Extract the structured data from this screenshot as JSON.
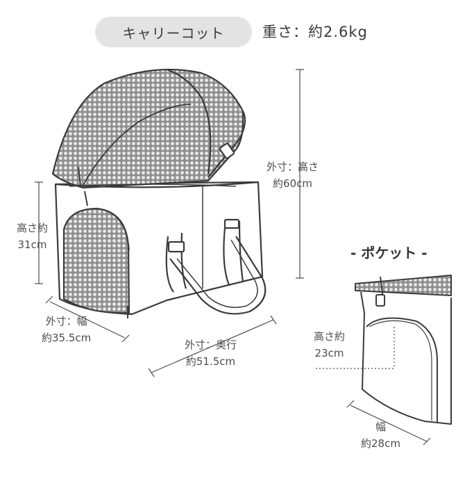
{
  "header": {
    "product_name": "キャリーコット",
    "weight": "重さ：約2.6kg"
  },
  "dimensions": {
    "height_outer": {
      "line1": "外寸：高さ",
      "line2": "約60cm"
    },
    "height_inner": {
      "line1": "高さ約",
      "line2": "31cm"
    },
    "width_outer": {
      "line1": "外寸：幅",
      "line2": "約35.5cm"
    },
    "depth_outer": {
      "line1": "外寸：奥行",
      "line2": "約51.5cm"
    }
  },
  "pocket": {
    "title": "- ポケット -",
    "height": {
      "line1": "高さ約",
      "line2": "23cm"
    },
    "width": {
      "line1": "幅",
      "line2": "約28cm"
    }
  },
  "colors": {
    "line": "#3a3a3a",
    "mesh": "#9a9a9a",
    "label_pill": "#e3e3e3",
    "text": "#4a4a4a"
  }
}
